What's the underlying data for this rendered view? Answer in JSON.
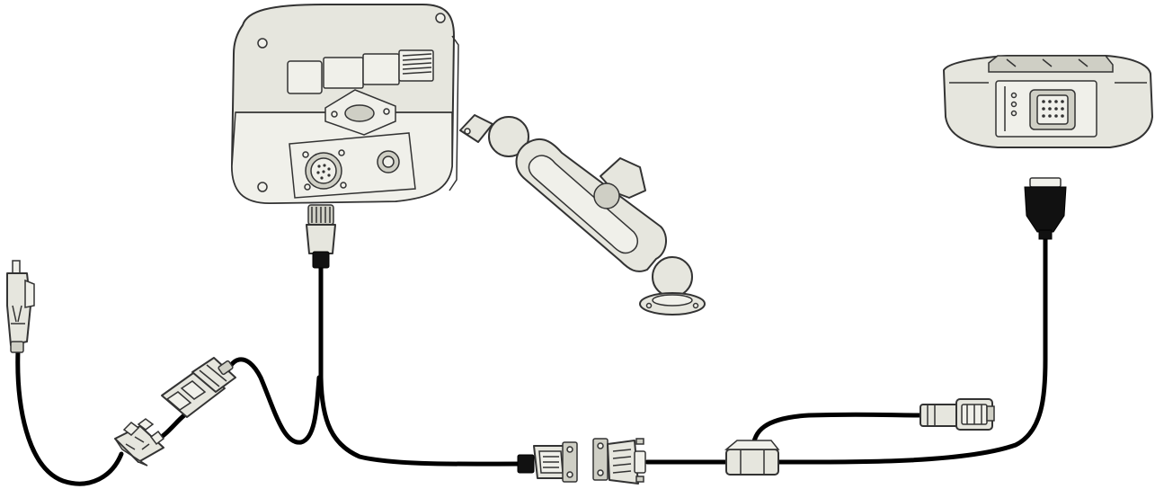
{
  "diagram": {
    "components": [
      {
        "id": "display-unit",
        "icon": "display-unit-rear"
      },
      {
        "id": "ram-mount",
        "icon": "ram-mount-arm"
      },
      {
        "id": "gps-receiver",
        "icon": "gps-receiver"
      },
      {
        "id": "power-plug",
        "icon": "cigarette-lighter-plug"
      },
      {
        "id": "fuse-holder",
        "icon": "fuse-holder"
      },
      {
        "id": "power-connector",
        "icon": "deutsch-connector"
      },
      {
        "id": "db9-female",
        "icon": "db9-connector"
      },
      {
        "id": "db9-male",
        "icon": "db9-connector"
      },
      {
        "id": "y-splitter",
        "icon": "cable-splitter"
      },
      {
        "id": "aux-connector",
        "icon": "deutsch-connector"
      }
    ],
    "colors": {
      "cable": "#000000",
      "housing": "#e6e6de",
      "outline": "#333333"
    }
  }
}
